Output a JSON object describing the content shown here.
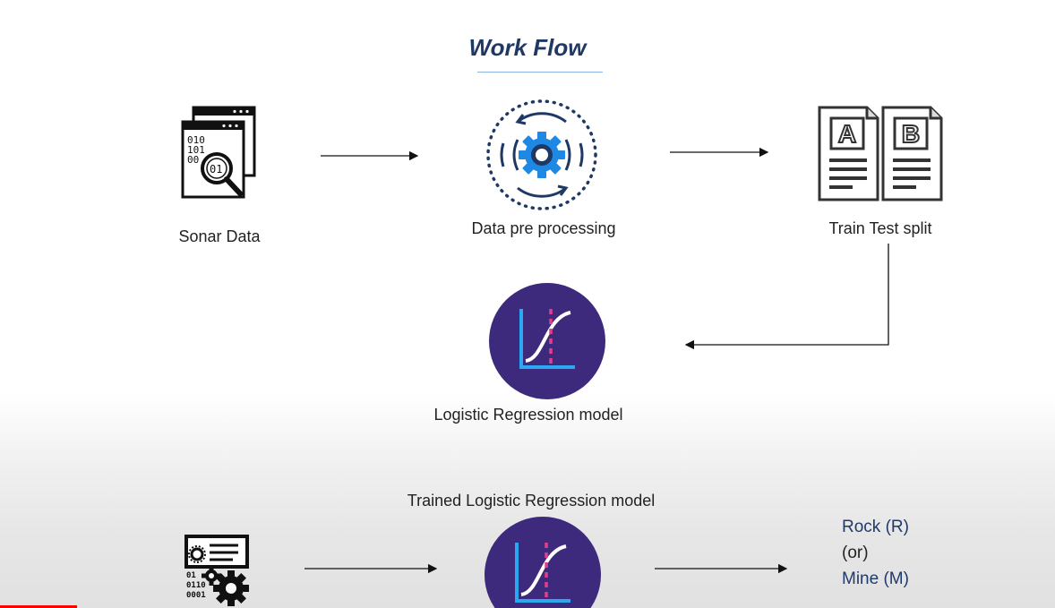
{
  "diagram": {
    "title": "Work Flow",
    "steps": {
      "sonar_data": {
        "label": "Sonar Data",
        "icon": "data-files-magnifier-icon"
      },
      "preprocessing": {
        "label": "Data pre processing",
        "icon": "gear-cycle-icon"
      },
      "split": {
        "label": "Train Test split",
        "icon": "ab-documents-icon"
      },
      "model": {
        "label": "Logistic Regression model",
        "icon": "logistic-curve-icon"
      },
      "trained_model": {
        "label": "Trained Logistic Regression model",
        "icon": "logistic-curve-icon"
      },
      "new_data": {
        "icon": "data-gears-icon"
      }
    },
    "output": {
      "line1": "Rock (R)",
      "line2": "(or)",
      "line3": "Mine (M)"
    },
    "icon_text": {
      "bin1": "010",
      "bin2": "101",
      "bin3": "00",
      "bin_lens": "01",
      "doc_a": "A",
      "doc_b": "B",
      "gear_bin1": "01",
      "gear_bin2": "0110",
      "gear_bin3": "0001"
    }
  },
  "colors": {
    "title": "#1f3864",
    "output_text": "#1f3a6b",
    "gear_blue": "#1e88e5",
    "model_circle": "#3d2a7c",
    "model_curve_accent": "#e23e8c",
    "progress": "#ff0000"
  }
}
